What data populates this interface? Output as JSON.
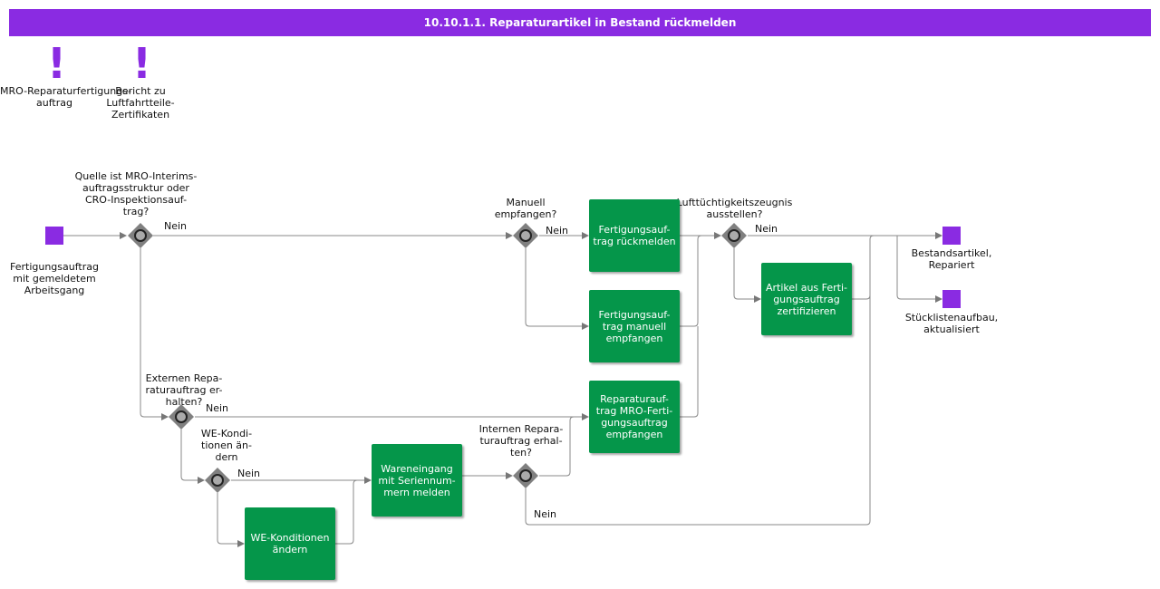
{
  "header": {
    "title": "10.10.1.1. Reparaturartikel in Bestand rückmelden"
  },
  "colors": {
    "accent": "#8a2be2",
    "task": "#05964a",
    "gateway": "#808080",
    "line": "#888888"
  },
  "references": [
    {
      "icon": "exclamation-icon",
      "mark": "!",
      "label": "MRO-Reparaturfertigungs-\nauftrag"
    },
    {
      "icon": "exclamation-icon",
      "mark": "!",
      "label": "Bericht zu\nLuftfahrtteile-\nZertifikaten"
    }
  ],
  "start_event": {
    "label": "Fertigungsauftrag\nmit gemeldetem\nArbeitsgang"
  },
  "end_events": [
    {
      "label": "Bestandsartikel,\nRepariert"
    },
    {
      "label": "Stücklistenaufbau,\naktualisiert"
    }
  ],
  "gateways": [
    {
      "question": "Quelle ist MRO-Interims-\nauftragsstruktur oder\nCRO-Inspektionsauf-\ntrag?",
      "no_label": "Nein"
    },
    {
      "question": "Externen Repa-\nraturauftrag er-\nhalten?",
      "no_label": "Nein"
    },
    {
      "question": "WE-Kondi-\ntionen än-\ndern",
      "no_label": "Nein"
    },
    {
      "question": "Manuell\nempfangen?",
      "no_label": "Nein"
    },
    {
      "question": "Internen Repara-\nturauftrag erhal-\nten?",
      "no_label": "Nein"
    },
    {
      "question": "Lufttüchtigkeitszeugnis\nausstellen?",
      "no_label": "Nein"
    }
  ],
  "tasks": [
    {
      "label": "Fertigungsauf-\ntrag rückmelden"
    },
    {
      "label": "Fertigungsauf-\ntrag manuell\nempfangen"
    },
    {
      "label": "Reparaturauf-\ntrag MRO-Ferti-\ngungsauftrag\nempfangen"
    },
    {
      "label": "Wareneingang\nmit Seriennum-\nmern melden"
    },
    {
      "label": "WE-Konditionen\nändern"
    },
    {
      "label": "Artikel aus Ferti-\ngungsauftrag\nzertifizieren"
    }
  ]
}
